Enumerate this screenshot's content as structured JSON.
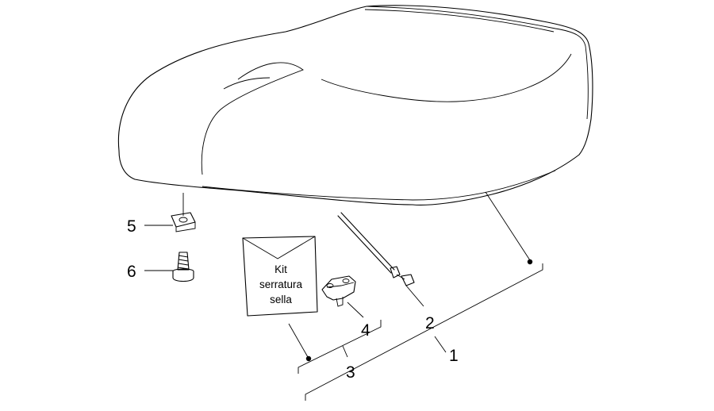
{
  "diagram": {
    "callouts": [
      {
        "id": "1",
        "label": "1"
      },
      {
        "id": "2",
        "label": "2"
      },
      {
        "id": "3",
        "label": "3"
      },
      {
        "id": "4",
        "label": "4"
      },
      {
        "id": "5",
        "label": "5"
      },
      {
        "id": "6",
        "label": "6"
      }
    ],
    "kit_bag": {
      "line1": "Kit",
      "line2": "serratura",
      "line3": "sella"
    },
    "parts": {
      "seat": "seat",
      "cable_tie": "cable-tie",
      "lock_bracket": "lock-bracket",
      "clip_nut": "clip-nut",
      "screw": "screw"
    }
  }
}
